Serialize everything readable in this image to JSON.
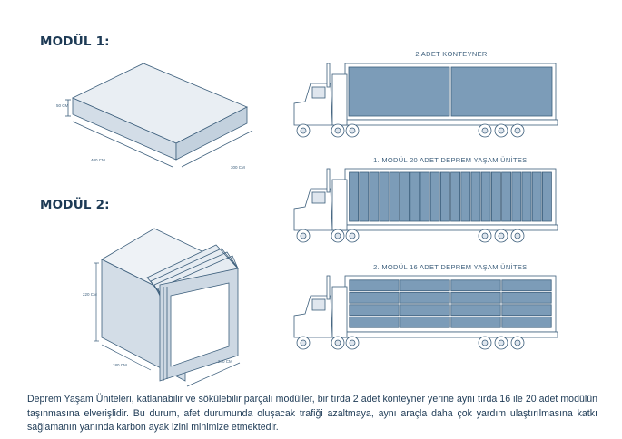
{
  "modules": [
    {
      "heading": "MODÜL 1:",
      "dims": {
        "height": "50 CM",
        "depth": "400 CM",
        "width": "300 CM"
      }
    },
    {
      "heading": "MODÜL 2:",
      "dims": {
        "height": "220 CM",
        "depth": "180 CM",
        "width": "240 CM"
      }
    }
  ],
  "trucks": [
    {
      "caption": "2 ADET KONTEYNER",
      "fill": "panels-2"
    },
    {
      "caption": "1. MODÜL 20 ADET DEPREM YAŞAM ÜNİTESİ",
      "fill": "vertical-20"
    },
    {
      "caption": "2. MODÜL 16 ADET DEPREM YAŞAM ÜNİTESİ",
      "fill": "grid-16"
    }
  ],
  "description": "Deprem Yaşam Üniteleri, katlanabilir ve sökülebilir parçalı modüller, bir tırda 2 adet konteyner yerine aynı tırda 16 ile 20 adet modülün taşınmasına elverişlidir. Bu durum, afet durumunda oluşacak trafiği azaltmaya, aynı araçla daha çok yardım ulaştırılmasına katkı sağlamanın yanında karbon ayak izini minimize etmektedir.",
  "colors": {
    "ink": "#1d3a55",
    "line": "#3d5f7c",
    "cargo": "#7c9cb8",
    "module_face": "#dfe6ee",
    "module_top": "#eef2f6"
  }
}
